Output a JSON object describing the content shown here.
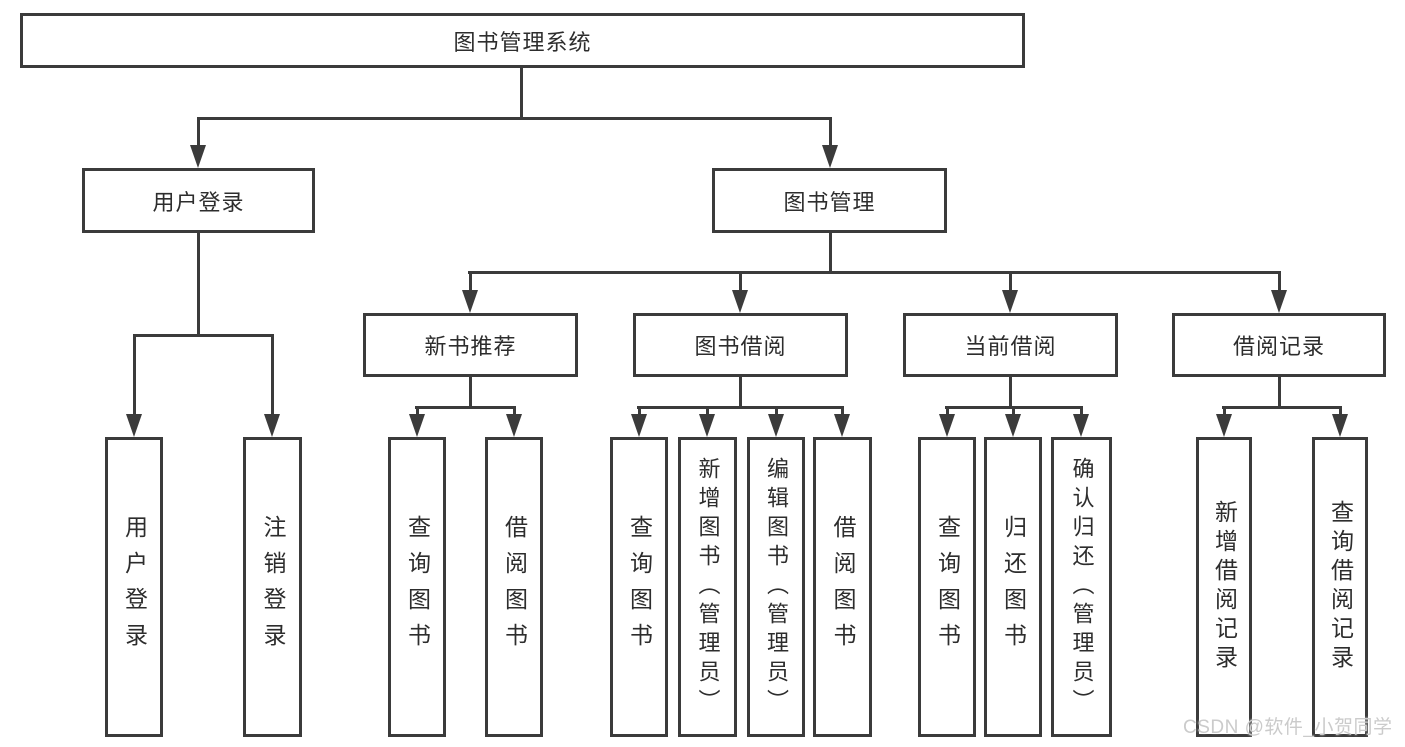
{
  "tree": {
    "root": {
      "label": "图书管理系统"
    },
    "children": [
      {
        "label": "用户登录",
        "children": [
          {
            "label": "用户登录"
          },
          {
            "label": "注销登录"
          }
        ]
      },
      {
        "label": "图书管理",
        "children": [
          {
            "label": "新书推荐",
            "children": [
              {
                "label": "查询图书"
              },
              {
                "label": "借阅图书"
              }
            ]
          },
          {
            "label": "图书借阅",
            "children": [
              {
                "label": "查询图书"
              },
              {
                "label": "新增图书（管理员）"
              },
              {
                "label": "编辑图书（管理员）"
              },
              {
                "label": "借阅图书"
              }
            ]
          },
          {
            "label": "当前借阅",
            "children": [
              {
                "label": "查询图书"
              },
              {
                "label": "归还图书"
              },
              {
                "label": "确认归还（管理员）"
              }
            ]
          },
          {
            "label": "借阅记录",
            "children": [
              {
                "label": "新增借阅记录"
              },
              {
                "label": "查询借阅记录"
              }
            ]
          }
        ]
      }
    ]
  },
  "watermark": "CSDN @软件_小贺同学",
  "colors": {
    "line": "#3b3b3b",
    "text": "#2d2d2d",
    "background": "#ffffff",
    "watermark": "#cbcbcb"
  }
}
